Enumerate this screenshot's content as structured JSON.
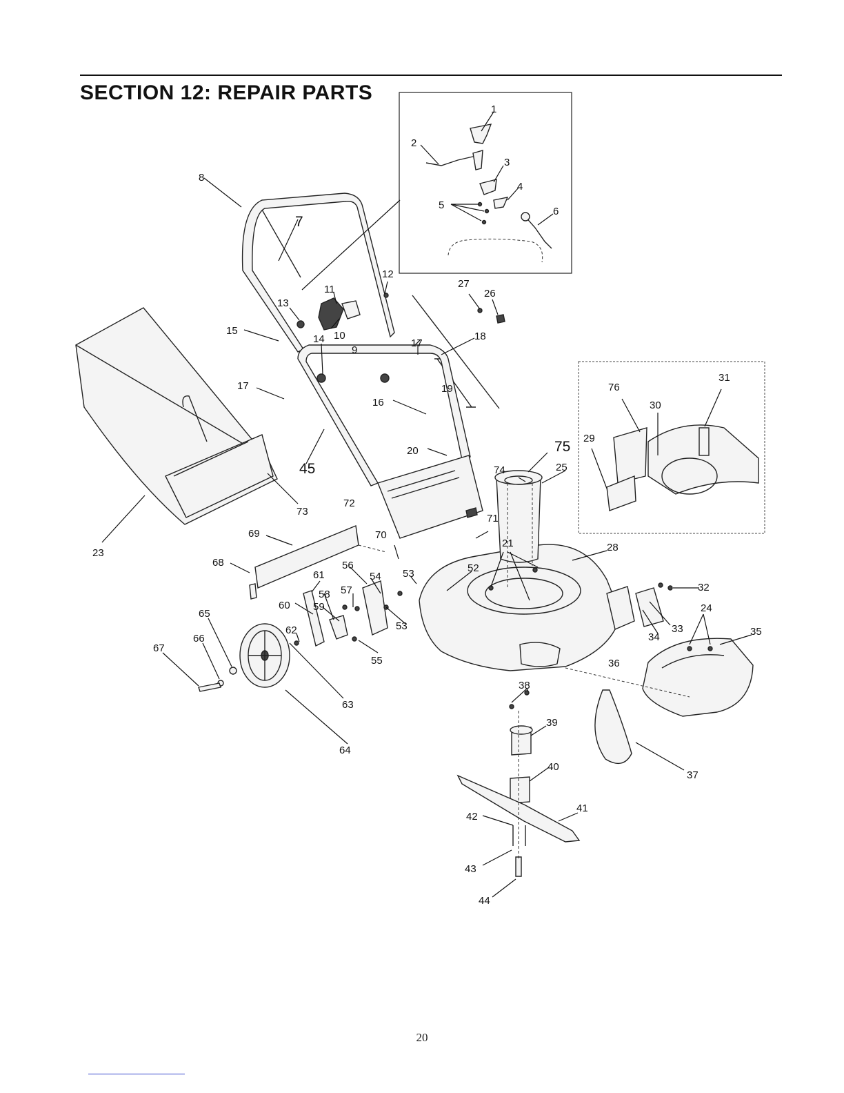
{
  "header": {
    "title": "SECTION 12:  REPAIR PARTS"
  },
  "footer": {
    "page_number": "20"
  },
  "callouts": {
    "c1": "1",
    "c2": "2",
    "c3": "3",
    "c4": "4",
    "c5": "5",
    "c6": "6",
    "c7": "7",
    "c8": "8",
    "c9": "9",
    "c10": "10",
    "c11": "11",
    "c12": "12",
    "c13": "13",
    "c14": "14",
    "c15": "15",
    "c16": "16",
    "c17a": "17",
    "c17b": "17",
    "c18": "18",
    "c19": "19",
    "c20": "20",
    "c21": "21",
    "c23": "23",
    "c24": "24",
    "c25": "25",
    "c26": "26",
    "c27": "27",
    "c28": "28",
    "c29": "29",
    "c30": "30",
    "c31": "31",
    "c32": "32",
    "c33": "33",
    "c34": "34",
    "c35": "35",
    "c36": "36",
    "c37": "37",
    "c38": "38",
    "c39": "39",
    "c40": "40",
    "c41": "41",
    "c42": "42",
    "c43": "43",
    "c44": "44",
    "c45": "45",
    "c52": "52",
    "c53a": "53",
    "c53b": "53",
    "c54": "54",
    "c55": "55",
    "c56": "56",
    "c57": "57",
    "c58": "58",
    "c59": "59",
    "c60": "60",
    "c61": "61",
    "c62": "62",
    "c63": "63",
    "c64": "64",
    "c65": "65",
    "c66": "66",
    "c67": "67",
    "c68": "68",
    "c69": "69",
    "c70": "70",
    "c71": "71",
    "c72": "72",
    "c73": "73",
    "c74": "74",
    "c75": "75",
    "c76": "76"
  }
}
